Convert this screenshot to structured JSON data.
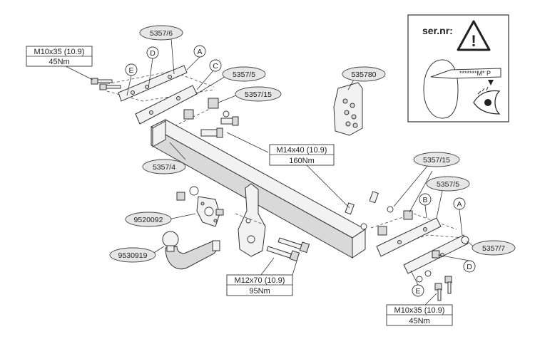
{
  "parts": {
    "p5357_6": "5357/6",
    "p5357_5_top": "5357/5",
    "p5357_15_top": "5357/15",
    "p535780": "535780",
    "p5357_4": "5357/4",
    "p9520092": "9520092",
    "p9530919": "9530919",
    "p5357_15_right": "5357/15",
    "p5357_5_right": "5357/5",
    "p5357_7": "5357/7"
  },
  "letters": {
    "D_top": "D",
    "A_top": "A",
    "E_top": "E",
    "C_top": "C",
    "B_right": "B",
    "A_right": "A",
    "D_right": "D",
    "E_right": "E"
  },
  "bolts": {
    "top_left": {
      "size": "M10x35 (10.9)",
      "torque": "45Nm"
    },
    "center": {
      "size": "M14x40 (10.9)",
      "torque": "160Nm"
    },
    "bottom_center": {
      "size": "M12x70 (10.9)",
      "torque": "95Nm"
    },
    "bottom_right": {
      "size": "M10x35 (10.9)",
      "torque": "45Nm"
    }
  },
  "serial": {
    "label": "ser.nr:",
    "warning_glyph": "!",
    "plate_text": "*******M* P",
    "icons": [
      "warning-triangle-icon",
      "eye-icon"
    ]
  }
}
